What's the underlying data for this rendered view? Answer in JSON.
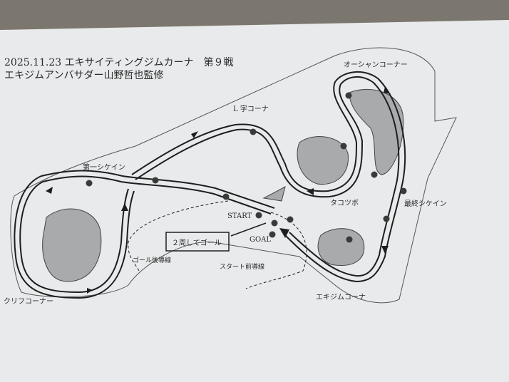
{
  "header": {
    "title_line1": "2025.11.23 エキサイティングジムカーナ　第９戦",
    "title_line2": "エキジムアンバサダー山野哲也監修"
  },
  "corners": {
    "ocean": "オーシャンコーナー",
    "l_shape": "L 字コーナ",
    "first_chicane": "第一シケイン",
    "takotsubo": "タコツボ",
    "last_chicane": "最終シケイン",
    "cliff": "クリフコーナー",
    "exgym": "エキジムコーナ"
  },
  "markers": {
    "start": "START",
    "goal": "GOAL",
    "laps_note": "２周してゴール",
    "after_goal_route": "ゴール後導線",
    "before_start_route": "スタート前導線"
  },
  "colors": {
    "paper": "#e9eaeb",
    "ink": "#1e1e1e",
    "island": "#a9aaab"
  }
}
